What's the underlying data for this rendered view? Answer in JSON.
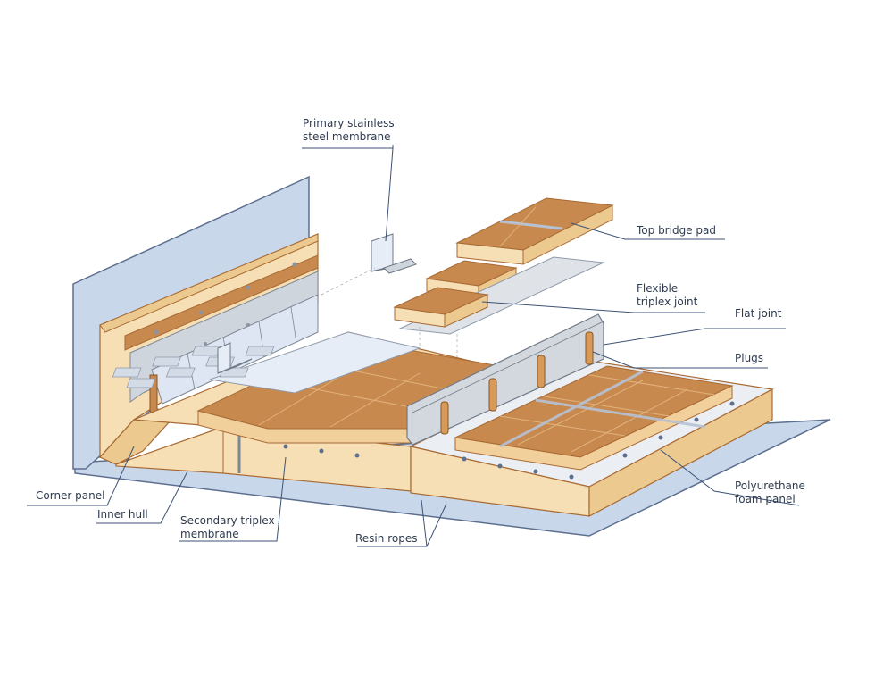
{
  "diagram": {
    "labels": {
      "primary_membrane": [
        "Primary stainless",
        "steel membrane"
      ],
      "top_bridge_pad": "Top bridge pad",
      "flexible_triplex_joint": [
        "Flexible",
        "triplex joint"
      ],
      "flat_joint": "Flat joint",
      "plugs": "Plugs",
      "polyurethane_foam_panel": [
        "Polyurethane",
        "foam panel"
      ],
      "corner_panel": "Corner panel",
      "inner_hull": "Inner hull",
      "secondary_triplex_membrane": [
        "Secondary triplex",
        "membrane"
      ],
      "resin_ropes": "Resin ropes"
    },
    "colors": {
      "hull_blue": "#c9d7ea",
      "hull_edge": "#5d6f8f",
      "foam": "#f6dfb4",
      "foam_side": "#ebc98f",
      "plywood": "#c8894f",
      "plywood_dark": "#a86a34",
      "membrane": "#cfd5dc",
      "leader": "#3d5275"
    }
  }
}
